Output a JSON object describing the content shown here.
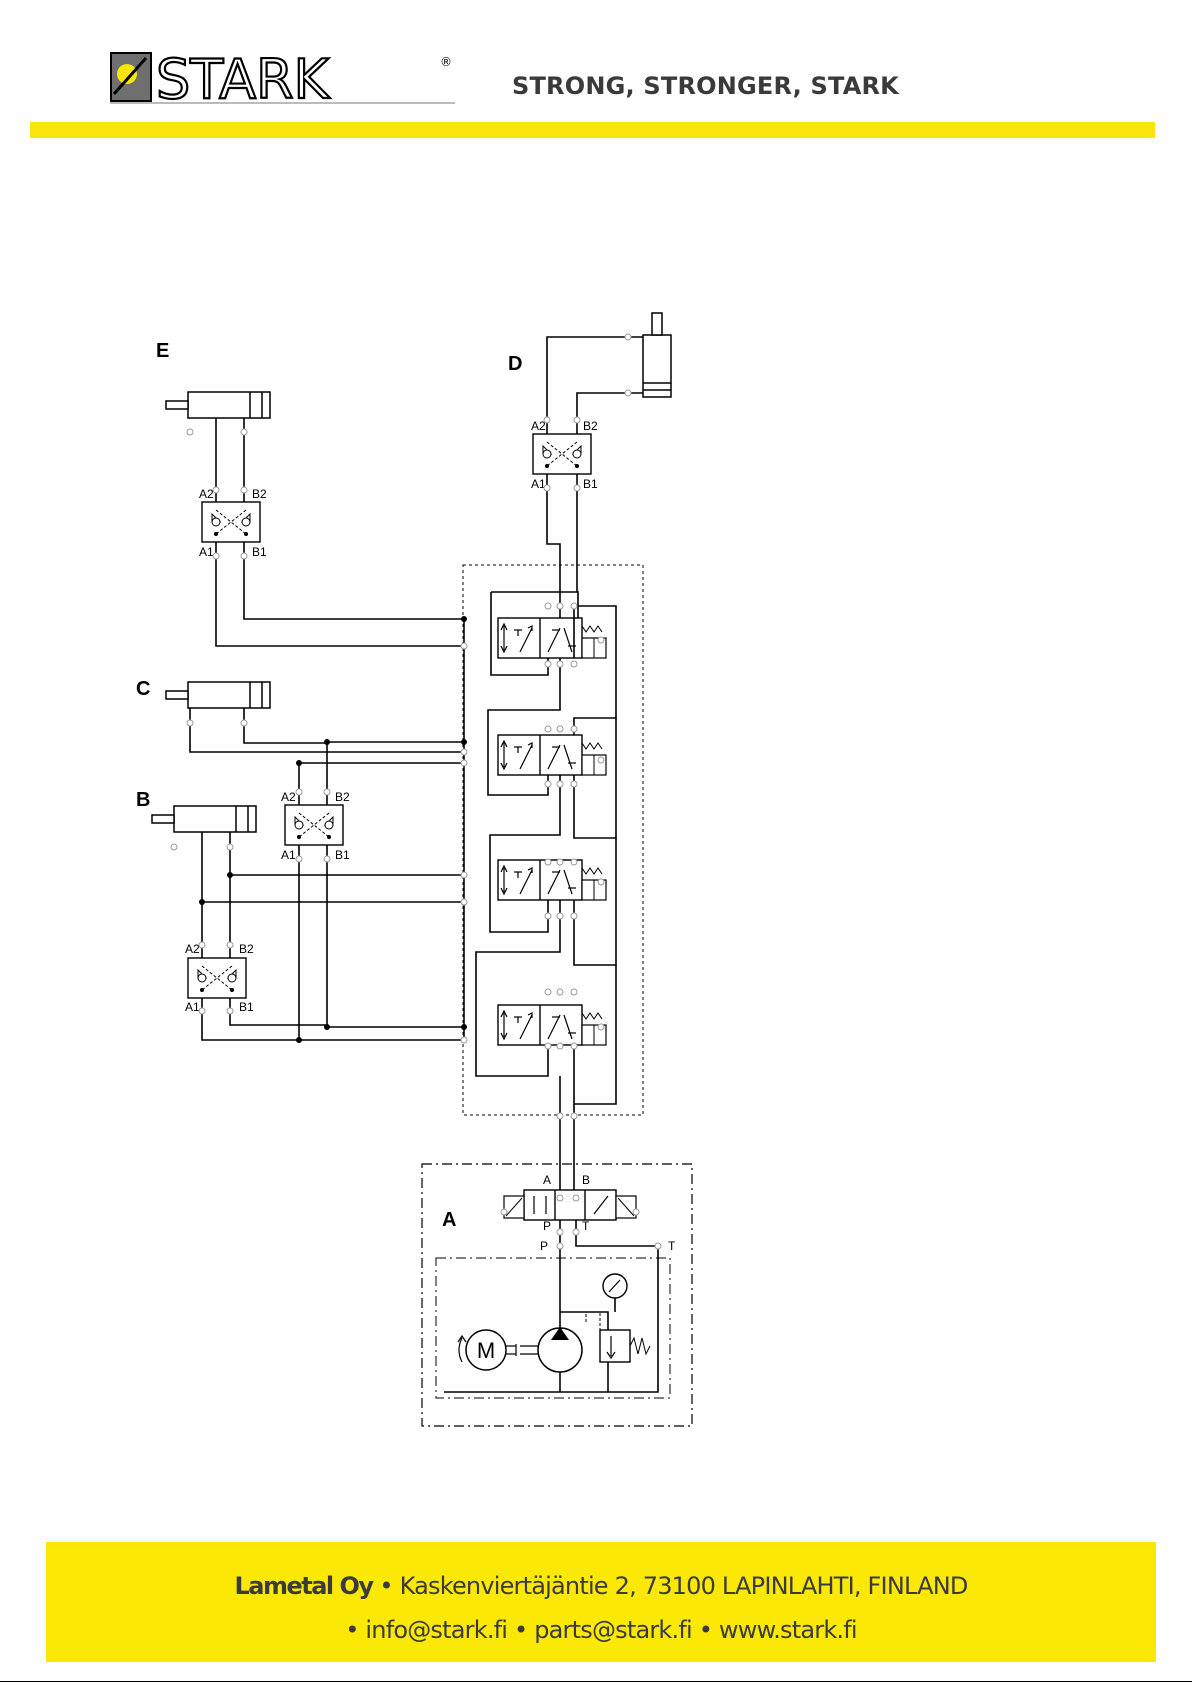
{
  "header": {
    "brand_name": "STARK",
    "registered_mark": "®",
    "tagline": "STRONG, STRONGER, STARK",
    "colors": {
      "yellow": "#f9e50c",
      "dark": "#3a3a3a"
    }
  },
  "diagram": {
    "circuit_labels": {
      "a": "A",
      "b": "B",
      "c": "C",
      "d": "D",
      "e": "E"
    },
    "lock_valve_ports": {
      "a1": "A1",
      "a2": "A2",
      "b1": "B1",
      "b2": "B2"
    },
    "main_valve_ports": {
      "a": "A",
      "b": "B",
      "p": "P",
      "t": "T"
    },
    "power_unit_ports": {
      "p": "P",
      "t": "T"
    },
    "motor_symbol": "M"
  },
  "footer": {
    "company": "Lametal Oy",
    "bullet": "•",
    "address": "Kaskenviertäjäntie 2, 73100 LAPINLAHTI, FINLAND",
    "email1": "info@stark.fi",
    "email2": "parts@stark.fi",
    "website": "www.stark.fi"
  }
}
